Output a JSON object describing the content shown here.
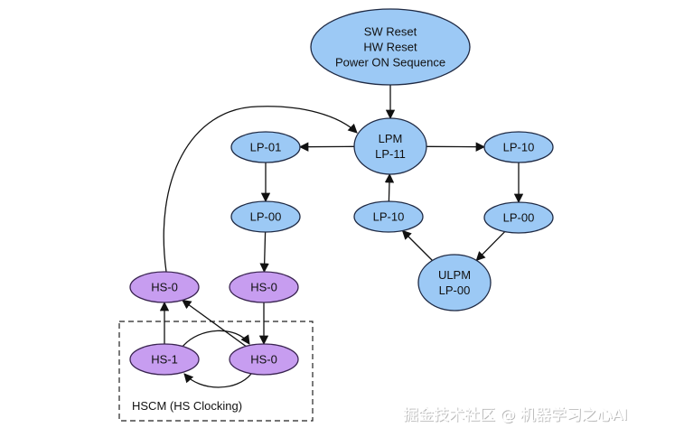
{
  "colors": {
    "lp_fill": "#9cc9f5",
    "lp_stroke": "#1f2a44",
    "hs_fill": "#c79df0",
    "hs_stroke": "#3a2451"
  },
  "nodes": {
    "reset": {
      "lines": [
        "SW Reset",
        "HW Reset",
        "Power ON Sequence"
      ],
      "kind": "lp"
    },
    "lpm": {
      "lines": [
        "LPM",
        "LP-11"
      ],
      "kind": "lp"
    },
    "lp01": {
      "lines": [
        "LP-01"
      ],
      "kind": "lp"
    },
    "lp00_left": {
      "lines": [
        "LP-00"
      ],
      "kind": "lp"
    },
    "lp10_right": {
      "lines": [
        "LP-10"
      ],
      "kind": "lp"
    },
    "lp00_right": {
      "lines": [
        "LP-00"
      ],
      "kind": "lp"
    },
    "lp10_mid": {
      "lines": [
        "LP-10"
      ],
      "kind": "lp"
    },
    "ulpm": {
      "lines": [
        "ULPM",
        "LP-00"
      ],
      "kind": "lp"
    },
    "hs0_left": {
      "lines": [
        "HS-0"
      ],
      "kind": "hs"
    },
    "hs0_mid": {
      "lines": [
        "HS-0"
      ],
      "kind": "hs"
    },
    "hs1": {
      "lines": [
        "HS-1"
      ],
      "kind": "hs"
    },
    "hs0_bottom": {
      "lines": [
        "HS-0"
      ],
      "kind": "hs"
    }
  },
  "edges": [
    [
      "reset",
      "lpm"
    ],
    [
      "lpm",
      "lp01"
    ],
    [
      "lpm",
      "lp10_right"
    ],
    [
      "lp01",
      "lp00_left"
    ],
    [
      "lp00_left",
      "hs0_mid"
    ],
    [
      "hs0_mid",
      "hs0_bottom"
    ],
    [
      "hs0_bottom",
      "hs0_left"
    ],
    [
      "hs1",
      "hs0_left"
    ],
    [
      "hs0_left",
      "lpm"
    ],
    [
      "lp10_right",
      "lp00_right"
    ],
    [
      "lp00_right",
      "ulpm"
    ],
    [
      "ulpm",
      "lp10_mid"
    ],
    [
      "lp10_mid",
      "lpm"
    ],
    [
      "hs1",
      "hs0_bottom"
    ],
    [
      "hs0_bottom",
      "hs1"
    ]
  ],
  "hscm": {
    "label": "HSCM (HS Clocking)"
  },
  "watermark": {
    "text": "掘金技术社区 @ 机器学习之心AI"
  }
}
